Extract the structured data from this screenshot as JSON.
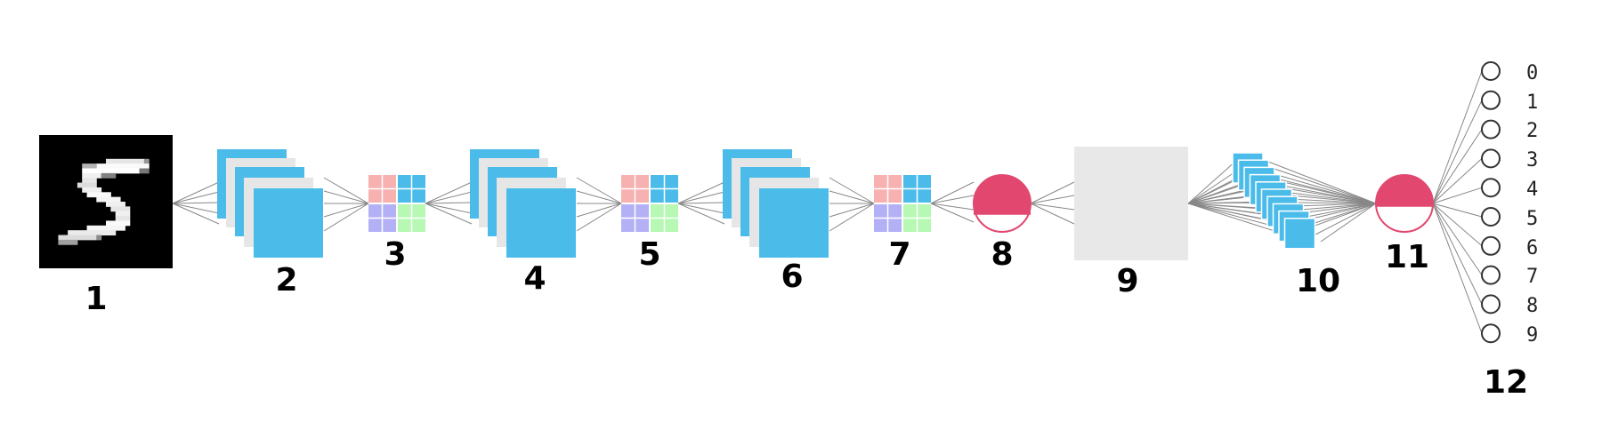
{
  "layer_labels": [
    "1",
    "2",
    "3",
    "4",
    "5",
    "6",
    "7",
    "8",
    "9",
    "10",
    "11",
    "12"
  ],
  "output_digits": [
    "0",
    "1",
    "2",
    "3",
    "4",
    "5",
    "6",
    "7",
    "8",
    "9"
  ],
  "colors": {
    "feature_map": "#4bbcea",
    "feature_map_shadow": "#e6e6e6",
    "pool_red": "#f7b1b0",
    "pool_blue": "#4bbcea",
    "pool_purple": "#b4b0f5",
    "pool_green": "#b6f8b4",
    "neuron_fill": "#e2486f",
    "dense_box": "#e8e8e8",
    "connection": "#888888",
    "input_background": "#000000"
  },
  "icons": {
    "input": "handwritten-digit-five-image",
    "conv": "stacked-feature-maps",
    "pool": "max-pool-grid",
    "activation": "half-filled-neuron-circle",
    "dense": "dense-layer-box",
    "output": "output-neuron-circle"
  }
}
